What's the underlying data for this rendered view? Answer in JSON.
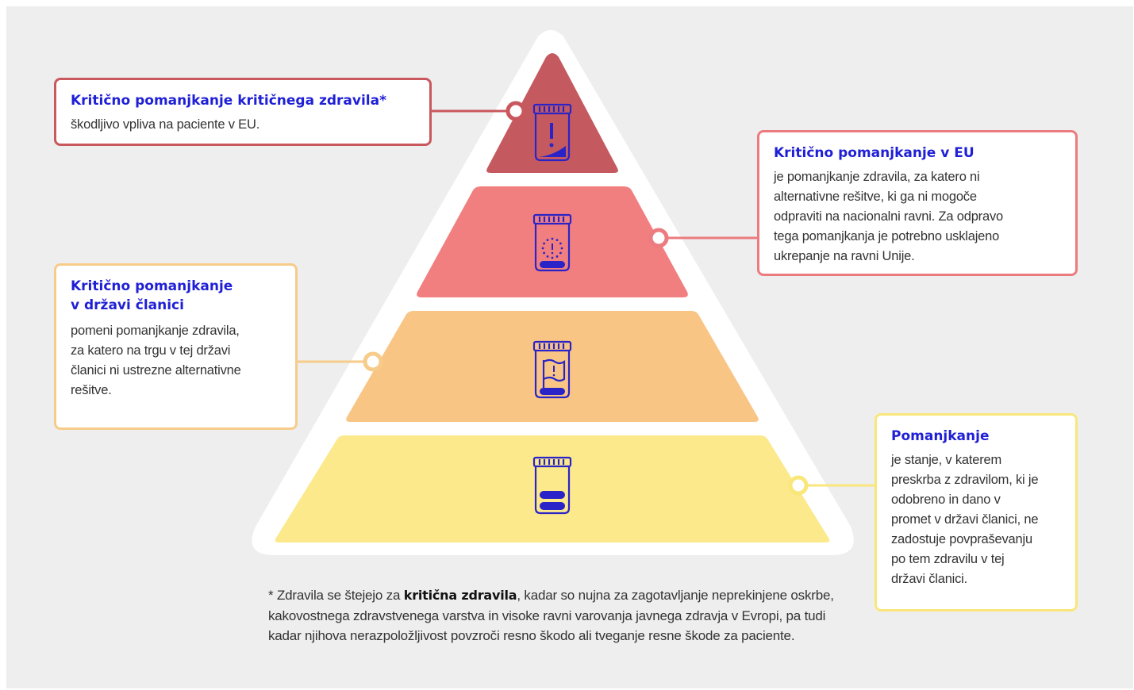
{
  "levels": [
    {
      "title": "Kritično pomanjkanje kritičnega zdravila*",
      "text": "škodljivo vpliva na paciente v EU.",
      "icon": "jar-exclamation-icon",
      "color": "#c45a5f"
    },
    {
      "title": "Kritično pomanjkanje v EU",
      "text": "je pomanjkanje zdravila, za katero ni\nalternativne rešitve, ki ga ni mogoče\nodpraviti na nacionalni ravni. Za odpravo\ntega pomanjkanja je potrebno usklajeno\nukrepanje na ravni Unije.",
      "icon": "jar-eu-stars-icon",
      "color": "#f27f7f"
    },
    {
      "title": "Kritično pomanjkanje\nv državi članici",
      "text": "pomeni pomanjkanje zdravila,\nza katero na trgu v tej državi\nčlanici ni ustrezne alternativne\nrešitve.",
      "icon": "jar-flag-icon",
      "color": "#f9c585"
    },
    {
      "title": "Pomanjkanje",
      "text": "je stanje, v katerem\npreskrba z zdravilom, ki je\nodobreno in dano v\npromet v državi članici, ne\nzadostuje povpraševanju\npo tem zdravilu v tej\ndržavi članici.",
      "icon": "jar-two-pills-icon",
      "color": "#fbe98b"
    }
  ],
  "footnote": {
    "prefix": "* Zdravila se štejejo za ",
    "bold": "kritična zdravila",
    "suffix": ", kadar so nujna za zagotavljanje neprekinjene oskrbe, kakovostnega zdravstvenega varstva in visoke ravni varovanja javnega zdravja v Evropi, pa tudi kadar njihova nerazpoložljivost povzroči resno škodo ali tveganje resne škode za paciente."
  },
  "colors": {
    "title_blue": "#1f1fd6",
    "icon_blue": "#2a24c8",
    "background": "#eeeeee"
  }
}
